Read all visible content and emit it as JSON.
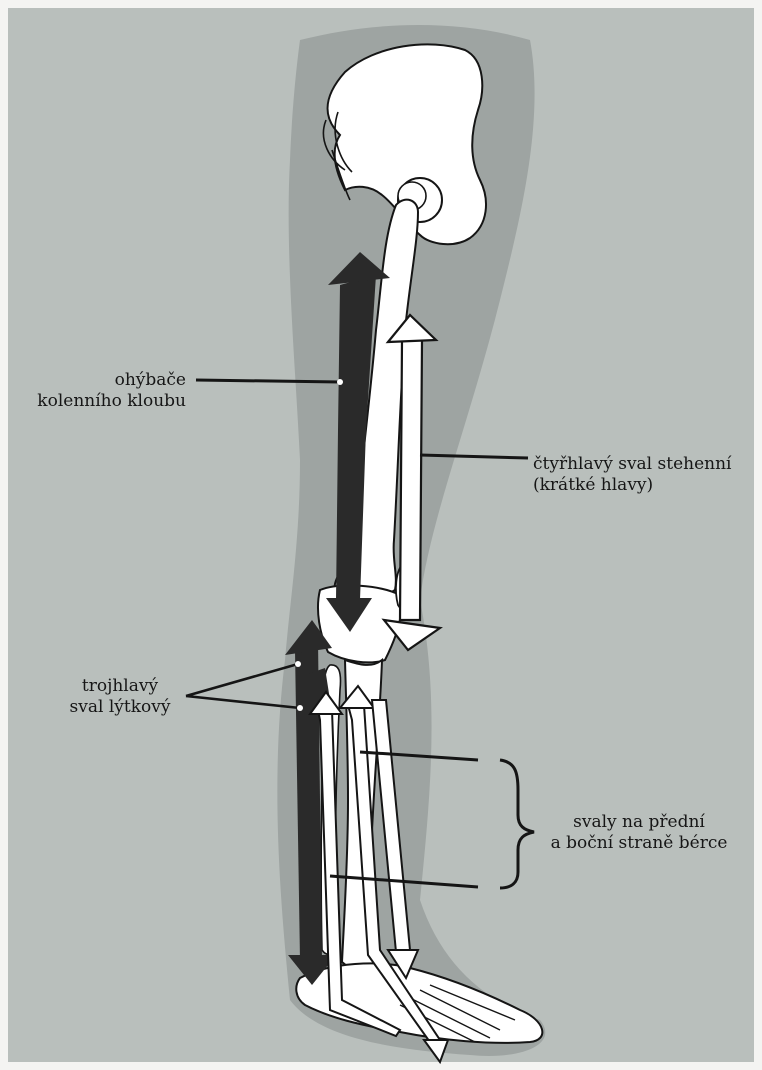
{
  "labels": {
    "hamstrings": [
      "ohýbače",
      "kolenního kloubu"
    ],
    "quadriceps": [
      "čtyřhlavý sval stehenní",
      "(krátké hlavy)"
    ],
    "triceps_surae": [
      "trojhlavý",
      "sval lýtkový"
    ],
    "shin_muscles": [
      "svaly na přední",
      "a boční straně bérce"
    ]
  },
  "colors": {
    "page": "#f4f4f2",
    "paper_background": "#b9bfbc",
    "leg_silhouette": "#9ea4a2",
    "bone": "#ffffff",
    "outline": "#151515",
    "dark_arrow": "#2a2a2a"
  }
}
